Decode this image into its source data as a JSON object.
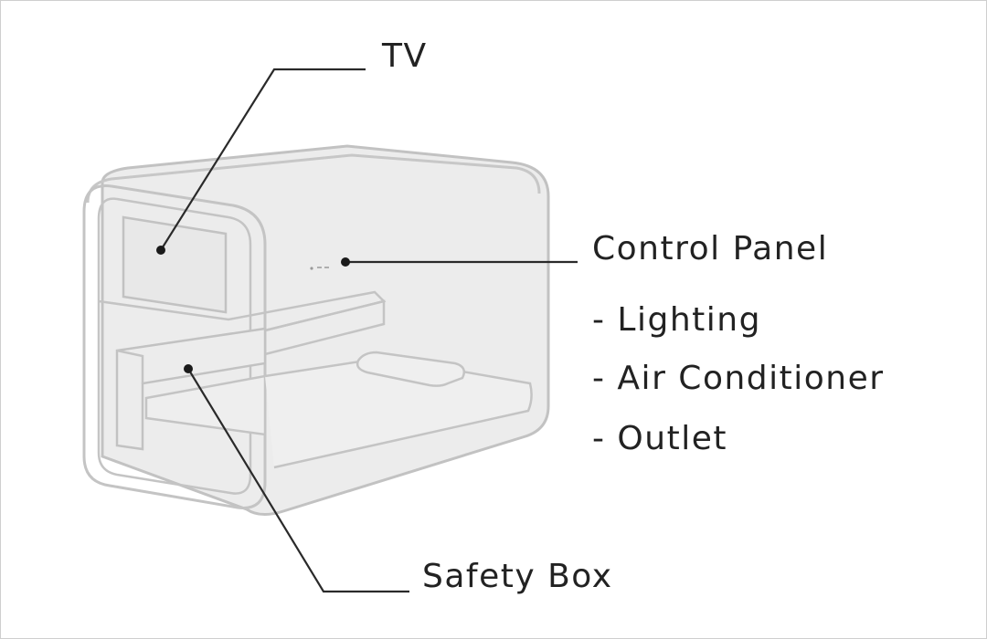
{
  "labels": {
    "tv": "TV",
    "control_panel": "Control Panel",
    "features": [
      "- Lighting",
      "- Air Conditioner",
      "- Outlet"
    ],
    "safety_box": "Safety Box"
  },
  "colors": {
    "outline": "#bfbfbf",
    "fill": "#ebebeb",
    "leader": "#2a2a2a",
    "text": "#222222"
  }
}
